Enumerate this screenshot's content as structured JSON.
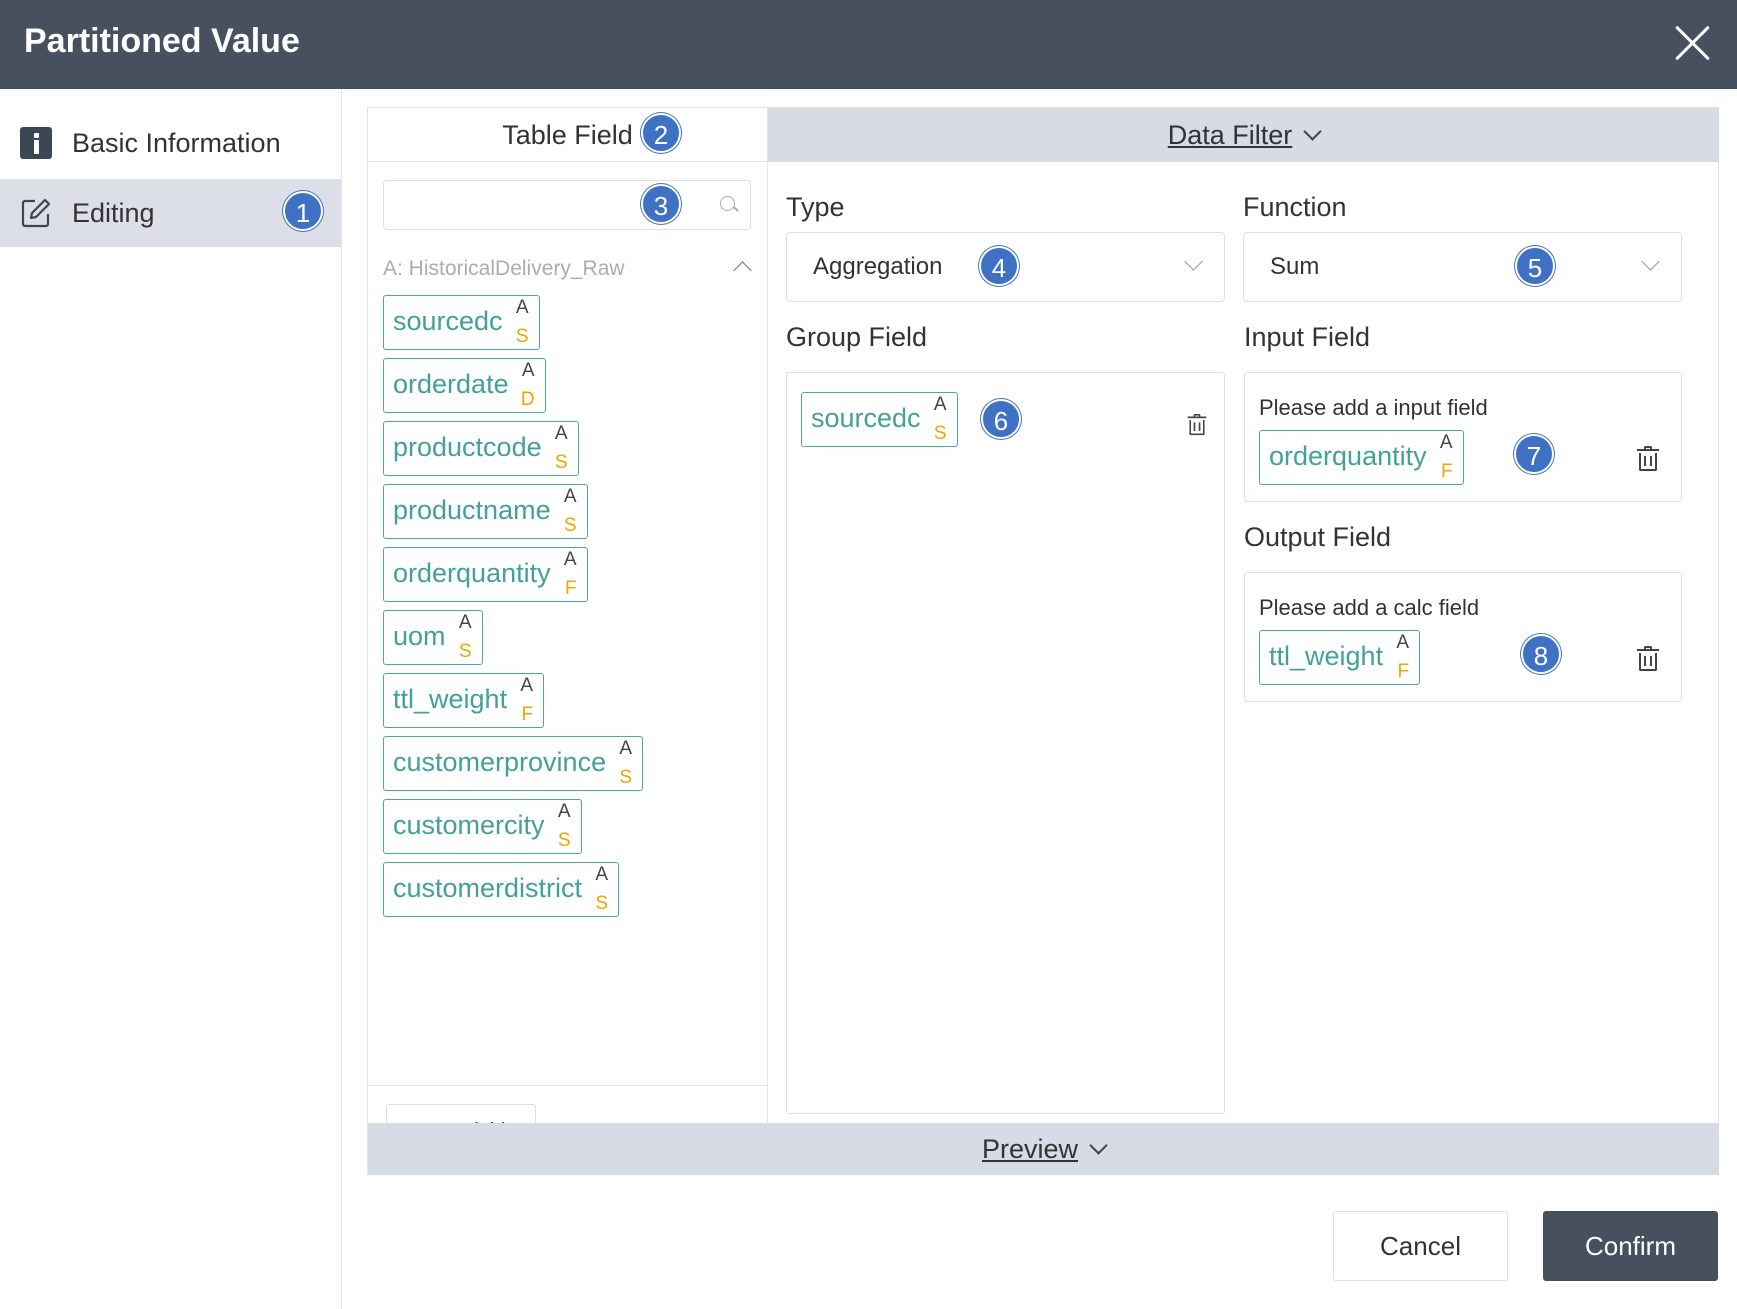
{
  "dialog": {
    "title": "Partitioned Value"
  },
  "sidebar": {
    "items": [
      {
        "label": "Basic Information",
        "icon": "info-icon"
      },
      {
        "label": "Editing",
        "icon": "edit-icon",
        "badge": "1"
      }
    ]
  },
  "table_field": {
    "title": "Table Field",
    "badge": "2",
    "search_badge": "3",
    "search_placeholder": "",
    "group_title": "A: HistoricalDelivery_Raw",
    "fields": [
      {
        "name": "sourcedc",
        "src": "A",
        "type": "S"
      },
      {
        "name": "orderdate",
        "src": "A",
        "type": "D"
      },
      {
        "name": "productcode",
        "src": "A",
        "type": "S"
      },
      {
        "name": "productname",
        "src": "A",
        "type": "S"
      },
      {
        "name": "orderquantity",
        "src": "A",
        "type": "F"
      },
      {
        "name": "uom",
        "src": "A",
        "type": "S"
      },
      {
        "name": "ttl_weight",
        "src": "A",
        "type": "F"
      },
      {
        "name": "customerprovince",
        "src": "A",
        "type": "S"
      },
      {
        "name": "customercity",
        "src": "A",
        "type": "S"
      },
      {
        "name": "customerdistrict",
        "src": "A",
        "type": "S"
      }
    ],
    "new_field_label": "New Field"
  },
  "data_filter": {
    "label": "Data Filter"
  },
  "config": {
    "type_label": "Type",
    "type_value": "Aggregation",
    "type_badge": "4",
    "function_label": "Function",
    "function_value": "Sum",
    "function_badge": "5",
    "group_field_label": "Group Field",
    "group_field": {
      "name": "sourcedc",
      "src": "A",
      "type": "S"
    },
    "group_badge": "6",
    "input_field_label": "Input Field",
    "input_hint": "Please add a input field",
    "input_field": {
      "name": "orderquantity",
      "src": "A",
      "type": "F"
    },
    "input_badge": "7",
    "output_field_label": "Output Field",
    "output_hint": "Please add a calc field",
    "output_field": {
      "name": "ttl_weight",
      "src": "A",
      "type": "F"
    },
    "output_badge": "8"
  },
  "preview": {
    "label": "Preview"
  },
  "footer": {
    "cancel_label": "Cancel",
    "confirm_label": "Confirm"
  },
  "colors": {
    "header_bg": "#46505f",
    "badge_blue": "#3f72c4",
    "chip_teal": "#44a09a",
    "type_orange": "#f0a400",
    "bar_bg": "#d6dbe5"
  }
}
